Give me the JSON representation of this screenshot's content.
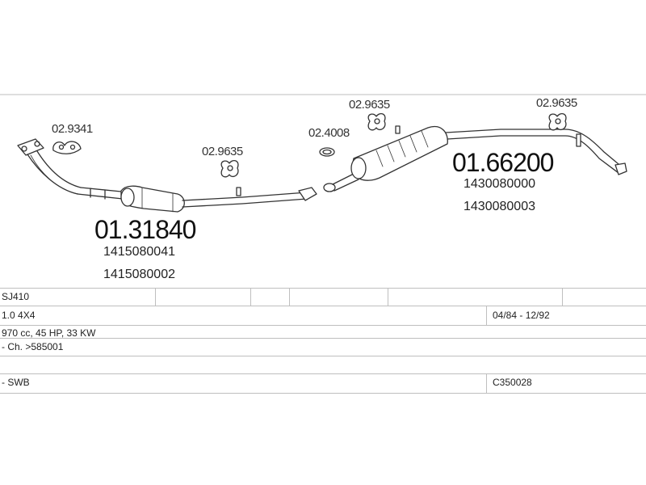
{
  "parts": {
    "gasket_front": "02.9341",
    "hanger_front": "02.9635",
    "hanger_rear_1": "02.9635",
    "ring": "02.4008",
    "hanger_rear_2": "02.9635"
  },
  "front_silencer": {
    "number": "01.31840",
    "oem": [
      "1415080041",
      "1415080002"
    ]
  },
  "rear_silencer": {
    "number": "01.66200",
    "oem": [
      "1430080000",
      "1430080003"
    ]
  },
  "info": {
    "model": "SJ410",
    "engine": "1.0 4X4",
    "period": "04/84 - 12/92",
    "power": "970 cc, 45 HP, 33 KW",
    "chassis": "- Ch. >585001",
    "variant": "- SWB",
    "code": "C350028"
  }
}
